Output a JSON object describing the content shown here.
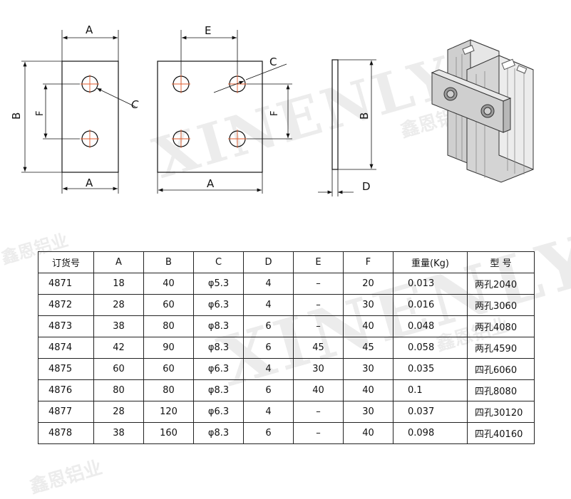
{
  "labels": {
    "left_view": {
      "top": "A",
      "bottom": "A",
      "side": "B",
      "inner": "F",
      "hole": "C"
    },
    "mid_view": {
      "top": "E",
      "bottom": "A",
      "inner": "F",
      "hole": "C"
    },
    "side_view": {
      "height": "B",
      "thickness": "D"
    }
  },
  "watermark": {
    "latin": "XINENLY",
    "cn": "鑫恩铝业"
  },
  "table": {
    "headers": [
      "订货号",
      "A",
      "B",
      "C",
      "D",
      "E",
      "F",
      "重量(Kg)",
      "型 号"
    ],
    "rows": [
      {
        "order": "4871",
        "a": "18",
        "b": "40",
        "c": "φ5.3",
        "d": "4",
        "e": "–",
        "f": "20",
        "weight": "0.013",
        "model": "两孔2040"
      },
      {
        "order": "4872",
        "a": "28",
        "b": "60",
        "c": "φ6.3",
        "d": "4",
        "e": "–",
        "f": "30",
        "weight": "0.016",
        "model": "两孔3060"
      },
      {
        "order": "4873",
        "a": "38",
        "b": "80",
        "c": "φ8.3",
        "d": "6",
        "e": "–",
        "f": "40",
        "weight": "0.048",
        "model": "两孔4080"
      },
      {
        "order": "4874",
        "a": "42",
        "b": "90",
        "c": "φ8.3",
        "d": "6",
        "e": "45",
        "f": "45",
        "weight": "0.058",
        "model": "两孔4590"
      },
      {
        "order": "4875",
        "a": "60",
        "b": "60",
        "c": "φ6.3",
        "d": "4",
        "e": "30",
        "f": "30",
        "weight": "0.035",
        "model": "四孔6060"
      },
      {
        "order": "4876",
        "a": "80",
        "b": "80",
        "c": "φ8.3",
        "d": "6",
        "e": "40",
        "f": "40",
        "weight": "0.1",
        "model": "四孔8080"
      },
      {
        "order": "4877",
        "a": "28",
        "b": "120",
        "c": "φ6.3",
        "d": "4",
        "e": "–",
        "f": "30",
        "weight": "0.037",
        "model": "四孔30120"
      },
      {
        "order": "4878",
        "a": "38",
        "b": "160",
        "c": "φ8.3",
        "d": "6",
        "e": "–",
        "f": "40",
        "weight": "0.098",
        "model": "四孔40160"
      }
    ]
  },
  "colors": {
    "hole_center": "#e05a2b",
    "line": "#111111",
    "profile_fill": "#d8d8d8"
  }
}
